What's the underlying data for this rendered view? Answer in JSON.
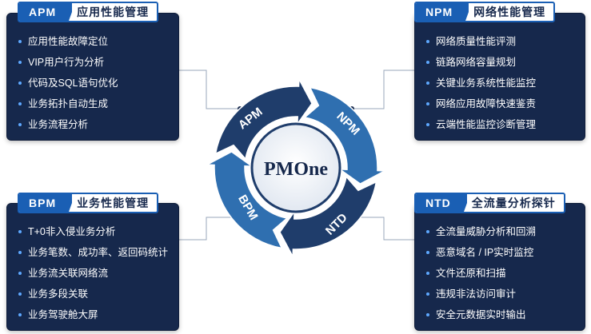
{
  "center": {
    "label": "PMOne"
  },
  "ring_labels": {
    "apm": "APM",
    "npm": "NPM",
    "ntd": "NTD",
    "bpm": "BPM"
  },
  "panels": {
    "apm": {
      "tag": "APM",
      "title": "应用性能管理",
      "items": [
        "应用性能故障定位",
        "VIP用户行为分析",
        "代码及SQL语句优化",
        "业务拓扑自动生成",
        "业务流程分析"
      ]
    },
    "npm": {
      "tag": "NPM",
      "title": "网络性能管理",
      "items": [
        "网络质量性能评测",
        "链路网络容量规划",
        "关键业务系统性能监控",
        "网络应用故障快速鉴责",
        "云端性能监控诊断管理"
      ]
    },
    "bpm": {
      "tag": "BPM",
      "title": "业务性能管理",
      "items": [
        "T+0非入侵业务分析",
        "业务笔数、成功率、返回码统计",
        "业务流关联网络流",
        "业务多段关联",
        "业务驾驶舱大屏"
      ]
    },
    "ntd": {
      "tag": "NTD",
      "title": "全流量分析探针",
      "items": [
        "全流量威胁分析和回溯",
        "恶意域名 / IP实时监控",
        "文件还原和扫描",
        "违规非法访问审计",
        "安全元数据实时输出"
      ]
    }
  },
  "colors": {
    "panel_bg": "#16284c",
    "accent": "#1a5fb4",
    "ring_dark": "#1f3d6b",
    "ring_light": "#2f6fb0"
  }
}
